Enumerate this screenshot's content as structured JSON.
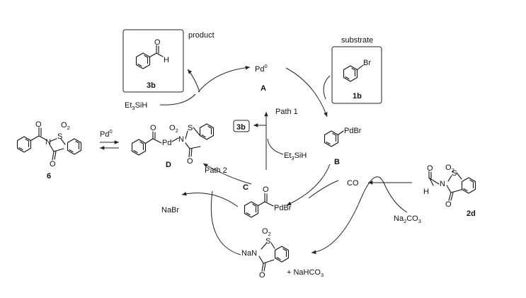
{
  "labels": {
    "product": "product",
    "substrate": "substrate",
    "pd0_top": "Pd",
    "pd0_top_sup": "0",
    "A": "A",
    "B": "B",
    "C": "C",
    "D": "D",
    "c3b_product": "3b",
    "c1b": "1b",
    "c6": "6",
    "c2d": "2d",
    "c3b_box": "3b",
    "path1": "Path 1",
    "path2": "Path 2",
    "et3sih_left": "Et",
    "et3sih_left_sub": "3",
    "et3sih_left_rest": "SiH",
    "et3sih_center": "Et",
    "et3sih_center_sub": "3",
    "et3sih_center_rest": "SiH",
    "pd0_left": "Pd",
    "pd0_left_sup": "0",
    "pdbr_B": "PdBr",
    "pdbr_C": "PdBr",
    "pd_D": "Pd",
    "co": "CO",
    "nabr": "NaBr",
    "na2co3_a": "Na",
    "na2co3_sub1": "2",
    "na2co3_b": "CO",
    "na2co3_sub2": "3",
    "nahco3_a": "+ NaHCO",
    "nahco3_sub": "3",
    "br": "Br",
    "h_aldehyde": "H",
    "h_2d": "H",
    "o": "O",
    "o2": "O",
    "o2_sub": "2",
    "s": "S",
    "n": "N",
    "na": "Na"
  },
  "colors": {
    "ink": "#111111",
    "background": "#ffffff"
  }
}
